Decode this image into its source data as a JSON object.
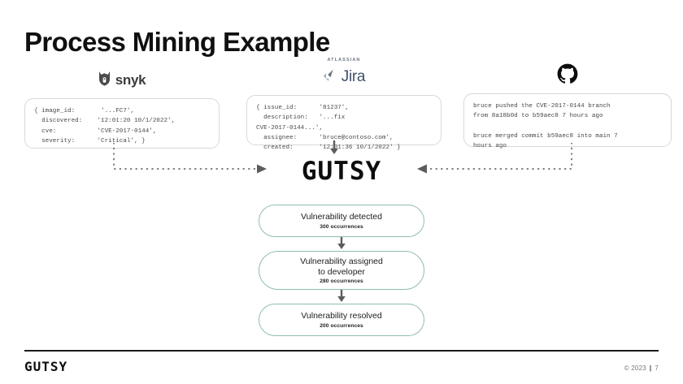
{
  "slide": {
    "title": "Process Mining Example"
  },
  "sources": [
    {
      "id": "snyk",
      "brand_name": "snyk",
      "icon": "snyk-hound-icon",
      "body": "{ image_id:       '...FC7',\n  discovered:    '12:01:20 10/1/2022',\n  cve:           'CVE-2017-0144',\n  severity:      'Critical', }"
    },
    {
      "id": "jira",
      "brand_name": "Jira",
      "brand_prefix": "ATLASSIAN",
      "icon": "jira-arrow-icon",
      "body": "{ issue_id:      '81237',\n  description:   '...fix\nCVE-2017-0144...',\n  assignee:      'bruce@contoso.com',\n  created:       '12:01:36 10/1/2022' }"
    },
    {
      "id": "github",
      "brand_name": "",
      "icon": "github-octocat-icon",
      "body": "bruce pushed the CVE-2017-0144 branch\nfrom 8a18b0d to b59aec8 7 hours ago\n\nbruce merged commit b59aec8 into main 7\nhours ago"
    }
  ],
  "center": {
    "logo_text": "GUTSY"
  },
  "flow": {
    "nodes": [
      {
        "label": "Vulnerability detected",
        "count": "300 occurrences"
      },
      {
        "label": "Vulnerability assigned\nto developer",
        "count": "280 occurrences"
      },
      {
        "label": "Vulnerability resolved",
        "count": "200 occurrences"
      }
    ]
  },
  "footer": {
    "logo_text": "GUTSY",
    "copyright": "© 2023",
    "separator": "|",
    "page_number": "7"
  },
  "colors": {
    "node_border": "#8fbfa8",
    "card_border": "#d8d8d8",
    "text": "#111111",
    "muted": "#777777",
    "jira_blue": "#42526e",
    "footer_rule": "#1a1a1a"
  }
}
